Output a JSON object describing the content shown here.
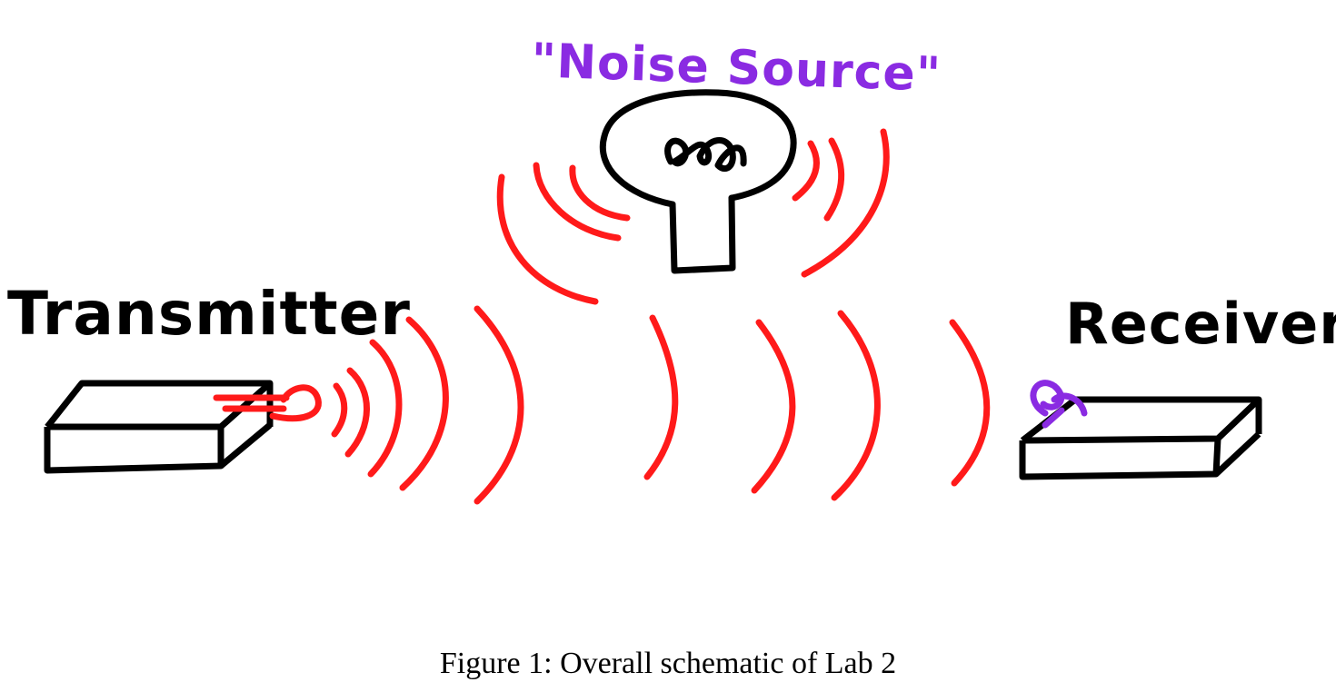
{
  "diagram": {
    "labels": {
      "noise_source": "\"Noise Source\"",
      "transmitter": "Transmitter",
      "receiver": "Receiver"
    },
    "colors": {
      "ink": "#000000",
      "wave": "#ff1a1a",
      "accent": "#8a2be2"
    },
    "icons": {
      "noise_source": "light-bulb-icon",
      "transmitter_antenna": "antenna-loop-icon",
      "receiver_antenna": "antenna-loop-icon"
    }
  },
  "caption": "Figure 1: Overall schematic of Lab 2"
}
